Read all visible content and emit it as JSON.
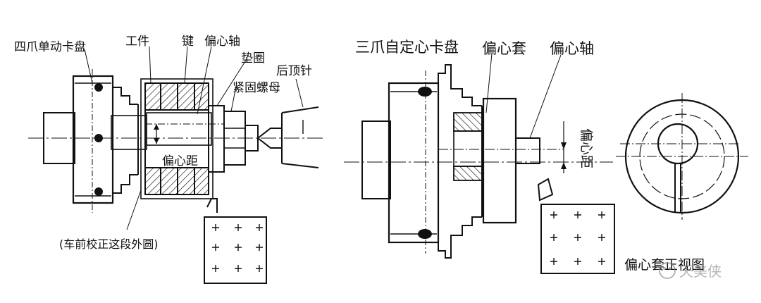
{
  "left_figure": {
    "labels": {
      "chuck4": "四爪单动卡盘",
      "workpiece": "工件",
      "key": "键",
      "shaft": "偏心轴",
      "washer": "垫圈",
      "nut": "紧固螺母",
      "tailstock": "后顶针",
      "ecc_distance": "偏心距",
      "note": "(车前校正这段外圆)"
    }
  },
  "right_figure": {
    "labels": {
      "chuck3": "三爪自定心卡盘",
      "sleeve": "偏心套",
      "shaft": "偏心轴",
      "ecc_distance": "偏心距",
      "front_view": "偏心套正视图",
      "watermark": "天美侠"
    }
  },
  "colors": {
    "ink": "#111111",
    "paper": "#ffffff"
  }
}
